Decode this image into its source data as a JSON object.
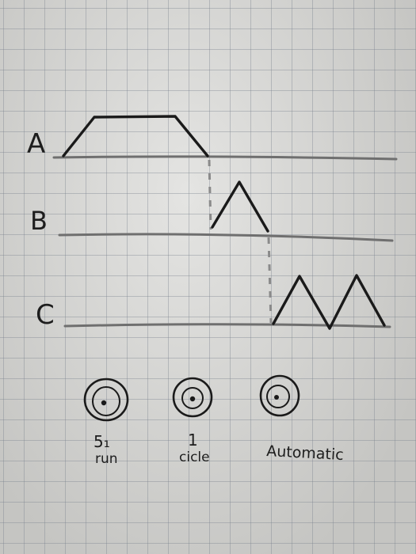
{
  "signals": {
    "a": {
      "label": "A"
    },
    "b": {
      "label": "B"
    },
    "c": {
      "label": "C"
    }
  },
  "modes": [
    {
      "line1": "5₁",
      "line2": "run"
    },
    {
      "line1": "1",
      "line2": "cicle"
    },
    {
      "line1": "Automatic",
      "line2": ""
    }
  ],
  "colors": {
    "ink": "#1a1a1a",
    "pencil": "#6f6f6f",
    "paper": "#d6d6d3"
  }
}
